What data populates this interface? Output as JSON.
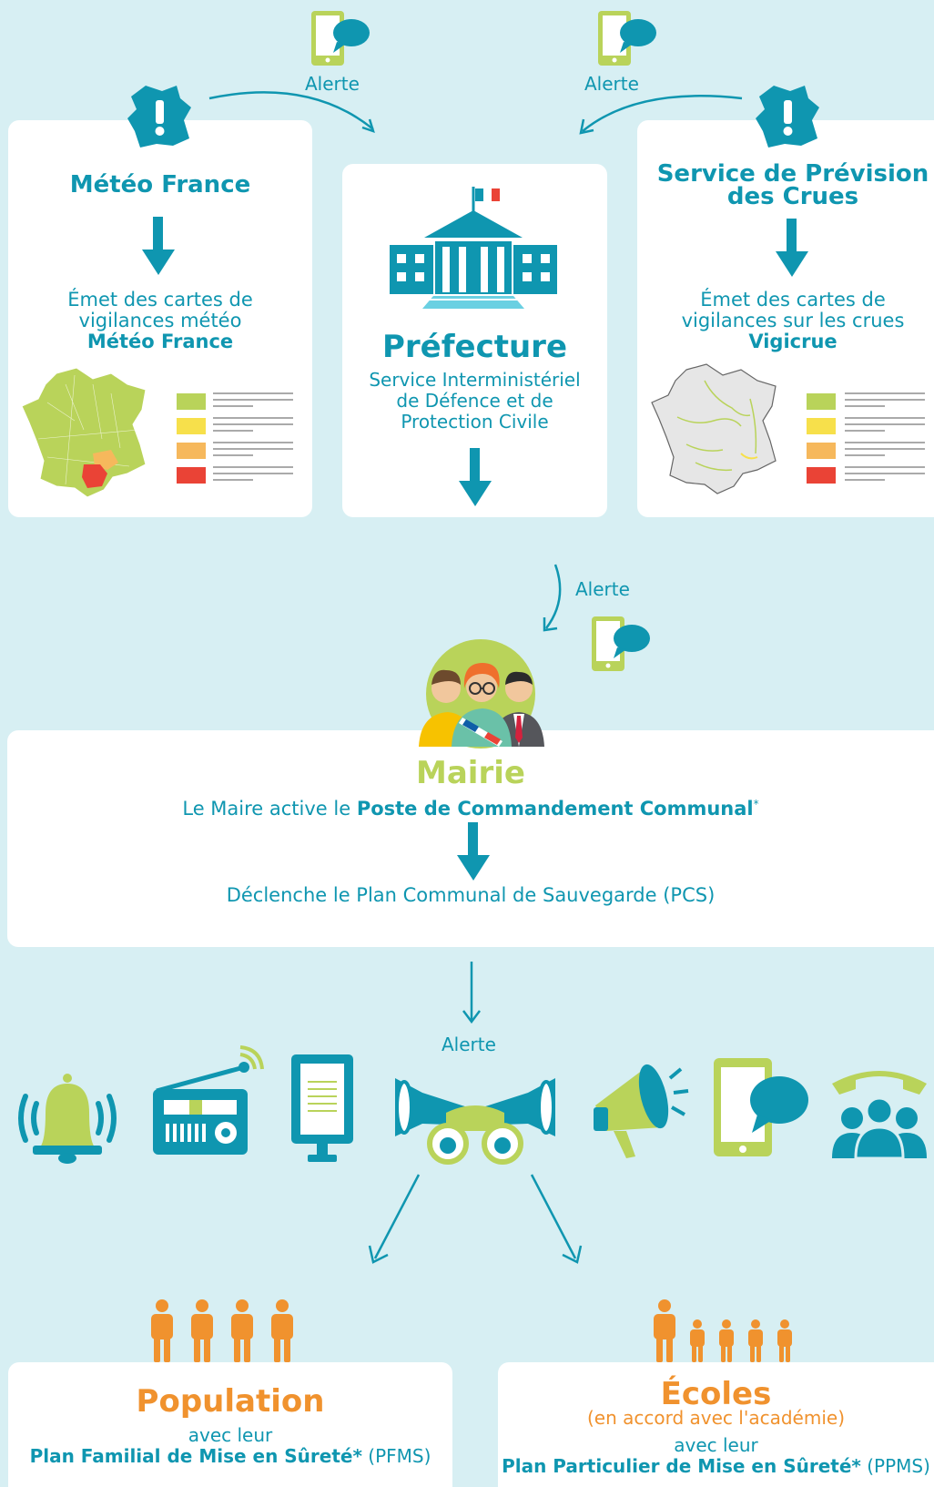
{
  "colors": {
    "background": "#d7eff3",
    "teal": "#0f96b0",
    "green": "#b9d35a",
    "orange": "#f0922e",
    "yellow": "#f7e04b",
    "light_orange": "#f6b85c",
    "red": "#ea4336"
  },
  "alerts": {
    "top_left": "Alerte",
    "top_right": "Alerte",
    "to_mairie": "Alerte",
    "to_public": "Alerte"
  },
  "meteo": {
    "title": "Météo France",
    "line1": "Émet des cartes de",
    "line2": "vigilances météo",
    "line3": "Météo France"
  },
  "prefecture": {
    "title": "Préfecture",
    "line1": "Service Interministériel",
    "line2": "de Défence et de",
    "line3": "Protection Civile"
  },
  "spc": {
    "title_line1": "Service de Prévision",
    "title_line2": "des Crues",
    "line1": "Émet des cartes de",
    "line2": "vigilances sur les crues",
    "line3": "Vigicrue"
  },
  "mairie": {
    "title": "Mairie",
    "line_prefix": "Le Maire active le ",
    "line_bold": "Poste de Commandement Communal",
    "line_star": "*",
    "pcs": "Déclenche le Plan Communal de Sauvegarde (PCS)"
  },
  "alert_means": {
    "icons": [
      "bell-icon",
      "radio-icon",
      "sign-panel-icon",
      "loudspeaker-car-icon",
      "megaphone-icon",
      "phone-message-icon",
      "phone-call-group-icon"
    ]
  },
  "population": {
    "title": "Population",
    "line1": "avec leur",
    "line2_bold": "Plan Familial de Mise en Sûreté*",
    "line2_rest": " (PFMS)"
  },
  "ecoles": {
    "title": "Écoles",
    "subtitle": "(en accord avec l'académie)",
    "line1": "avec leur",
    "line2_bold": "Plan Particulier de Mise en Sûreté*",
    "line2_rest": " (PPMS)"
  }
}
